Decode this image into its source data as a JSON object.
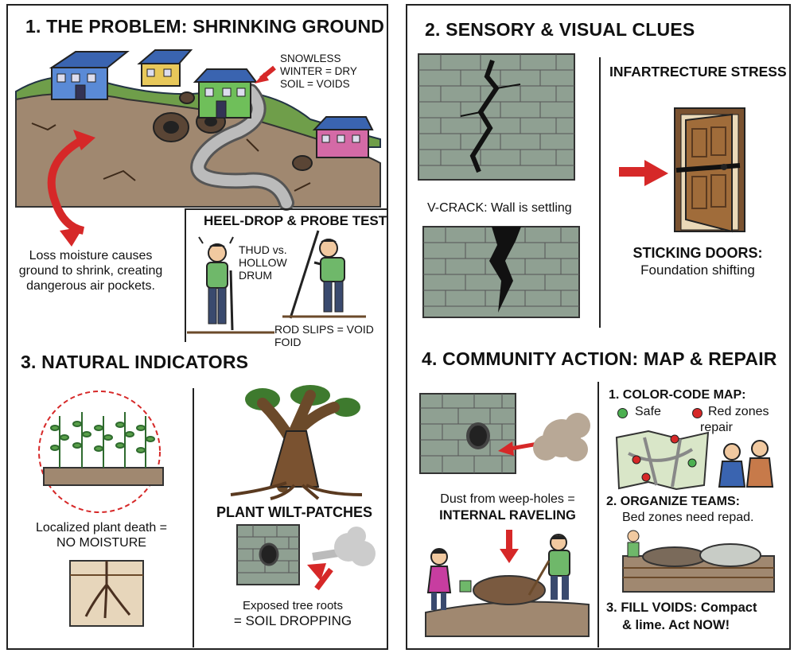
{
  "panel1": {
    "title": "1. THE PROBLEM: SHRINKING GROUND",
    "note": "SNOWLESS WINTER = DRY SOIL = VOIDS",
    "caption": "Loss moisture causes ground to shrink, creating dangerous air pockets.",
    "test_title": "HEEL-DROP & PROBE TEST",
    "thud_label": "THUD vs. HOLLOW DRUM",
    "rod_label": "ROD SLIPS = VOID FOID"
  },
  "panel2": {
    "title": "2. SENSORY & VISUAL CLUES",
    "infra_title": "INFARTRECTURE STRESS",
    "vcrack_caption": "V-CRACK: Wall is settling",
    "doors_title": "STICKING DOORS:",
    "doors_sub": "Foundation shifting"
  },
  "panel3": {
    "title": "3. NATURAL INDICATORS",
    "plant_caption": "Localized plant death = NO MOISTURE",
    "wilt_title": "PLANT WILT-PATCHES",
    "roots_caption_1": "Exposed tree roots",
    "roots_caption_2": "= SOIL DROPPING"
  },
  "panel4": {
    "title": "4. COMMUNITY ACTION: MAP & REPAIR",
    "dust_caption_1": "Dust from weep-holes =",
    "dust_caption_2": "INTERNAL RAVELING",
    "step1_title": "1. COLOR-CODE MAP:",
    "legend_safe": "Safe",
    "legend_red": "Red zones",
    "legend_red_2": "repair",
    "step2_title": "2. ORGANIZE TEAMS:",
    "step2_sub": "Bed zones need repad.",
    "step3_title": "3. FILL VOIDS: Compact",
    "step3_sub": "& lime. Act NOW!"
  },
  "colors": {
    "red": "#d62828",
    "green": "#4caf50",
    "brick": "#8fa092",
    "soil": "#a08870",
    "wood": "#9c6a3a"
  }
}
